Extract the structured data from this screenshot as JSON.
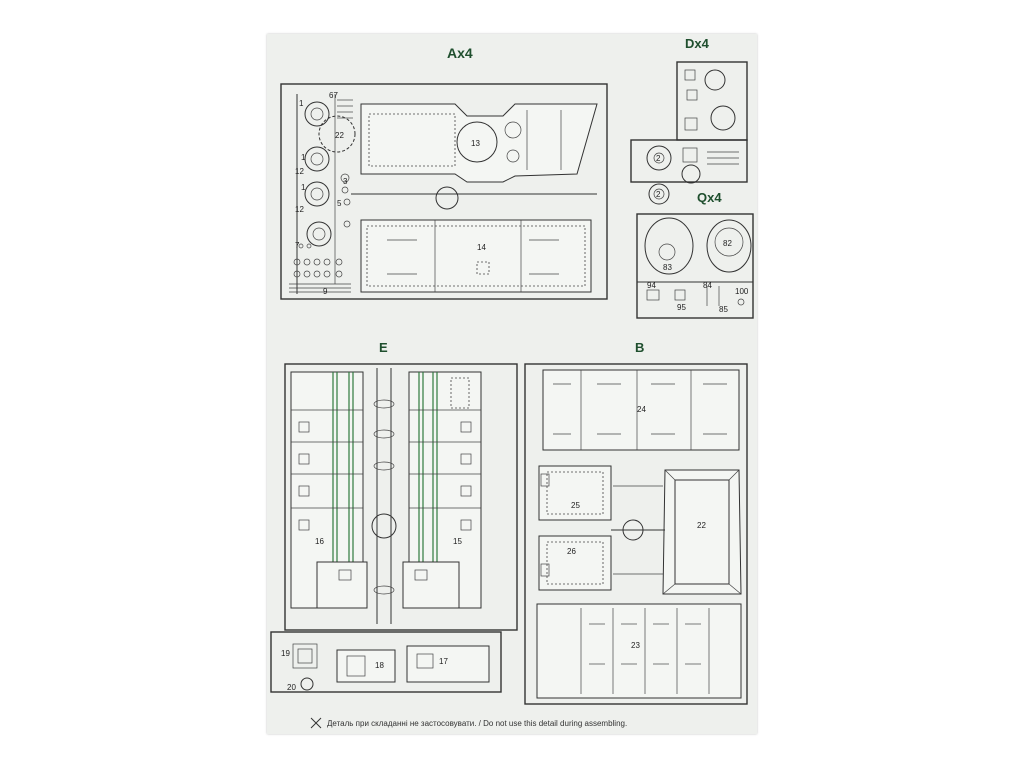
{
  "sprues": {
    "A": {
      "label": "Ax4"
    },
    "D": {
      "label": "Dx4"
    },
    "Q": {
      "label": "Qx4"
    },
    "E": {
      "label": "E"
    },
    "B": {
      "label": "B"
    }
  },
  "parts": {
    "p1a": "1",
    "p67": "67",
    "p22": "22",
    "p1b": "1",
    "p12a": "12",
    "p1c": "1",
    "p3": "3",
    "p5": "5",
    "p12b": "12",
    "p7": "7",
    "p9": "9",
    "p13": "13",
    "p14": "14",
    "p2a": "2",
    "p2b": "2",
    "p82": "82",
    "p83": "83",
    "p94": "94",
    "p95": "95",
    "p84": "84",
    "p85": "85",
    "p100": "100",
    "p16": "16",
    "p15": "15",
    "p19": "19",
    "p20": "20",
    "p18": "18",
    "p17": "17",
    "p24": "24",
    "p25": "25",
    "p26": "26",
    "p22b": "22",
    "p23": "23"
  },
  "footer": {
    "note": "Деталь при складанні не застосовувати. / Do not use this detail during assembling."
  },
  "colors": {
    "label_green": "#1f4f2e",
    "rail_green": "#2f7a3d"
  }
}
